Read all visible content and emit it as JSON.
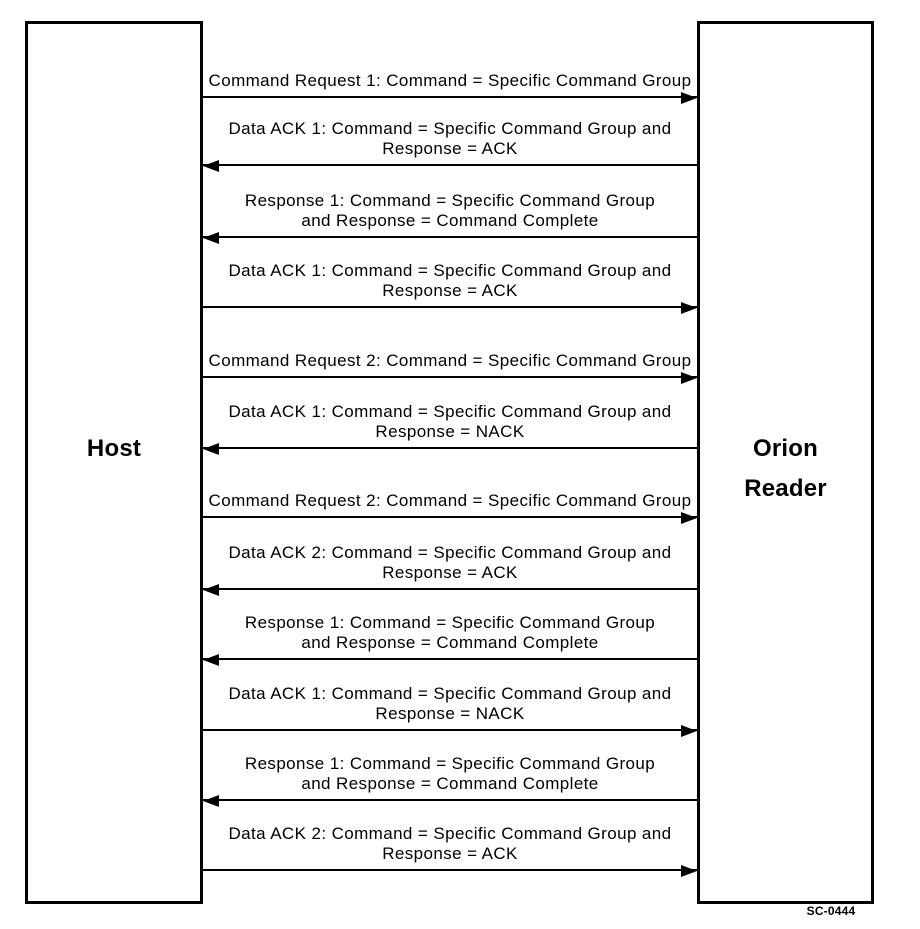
{
  "diagram": {
    "type": "sequence-diagram",
    "background_color": "#ffffff",
    "line_color": "#000000"
  },
  "actors": {
    "host": "Host",
    "reader": "Orion\nReader"
  },
  "messages": [
    {
      "id": 1,
      "direction": "to-reader",
      "text": "Command Request 1: Command = Specific Command Group"
    },
    {
      "id": 2,
      "direction": "to-host",
      "text": "Data ACK 1: Command = Specific Command Group and\nResponse = ACK"
    },
    {
      "id": 3,
      "direction": "to-host",
      "text": "Response 1: Command = Specific Command Group\nand Response = Command Complete"
    },
    {
      "id": 4,
      "direction": "to-reader",
      "text": "Data ACK 1: Command = Specific Command Group and\nResponse = ACK"
    },
    {
      "id": 5,
      "direction": "to-reader",
      "text": "Command Request 2: Command = Specific Command Group"
    },
    {
      "id": 6,
      "direction": "to-host",
      "text": "Data ACK 1: Command = Specific Command Group and\nResponse = NACK"
    },
    {
      "id": 7,
      "direction": "to-reader",
      "text": "Command Request 2: Command = Specific Command Group"
    },
    {
      "id": 8,
      "direction": "to-host",
      "text": "Data ACK 2: Command = Specific Command Group and\nResponse = ACK"
    },
    {
      "id": 9,
      "direction": "to-host",
      "text": "Response 1: Command = Specific Command Group\nand Response = Command Complete"
    },
    {
      "id": 10,
      "direction": "to-reader",
      "text": "Data ACK 1: Command = Specific Command Group and\nResponse = NACK"
    },
    {
      "id": 11,
      "direction": "to-host",
      "text": "Response 1: Command = Specific Command Group\nand Response = Command Complete"
    },
    {
      "id": 12,
      "direction": "to-reader",
      "text": "Data ACK 2: Command = Specific Command Group and\nResponse = ACK"
    }
  ],
  "figure_id": "SC-0444"
}
